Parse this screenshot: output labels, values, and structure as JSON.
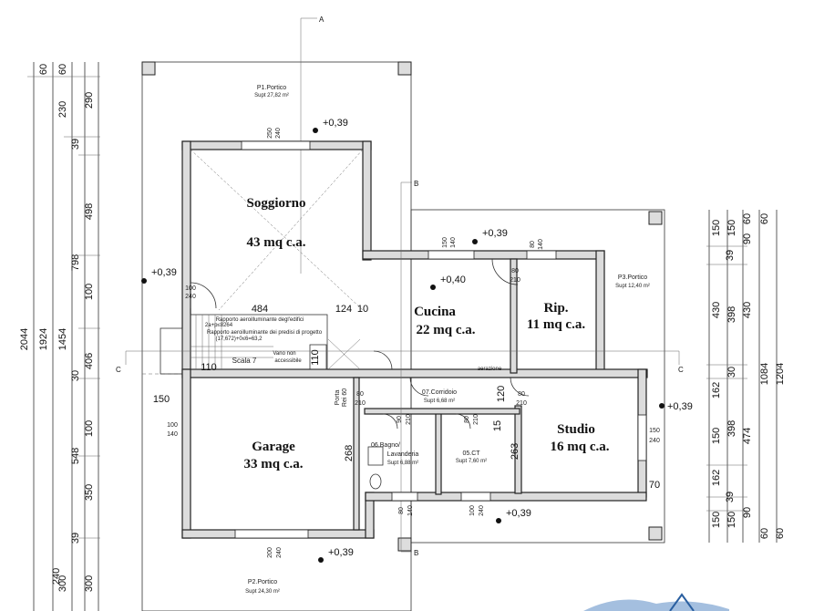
{
  "rooms": {
    "soggiorno": {
      "name": "Soggiorno",
      "area": "43 mq c.a."
    },
    "cucina": {
      "name": "Cucina",
      "area": "22 mq c.a."
    },
    "rip": {
      "name": "Rip.",
      "area": "11 mq c.a."
    },
    "garage": {
      "name": "Garage",
      "area": "33 mq c.a."
    },
    "studio": {
      "name": "Studio",
      "area": "16 mq c.a."
    }
  },
  "porches": {
    "p1": {
      "name": "P1.Portico",
      "area": "Supt 27,82 m²"
    },
    "p2": {
      "name": "P2.Portico",
      "area": "Supt 24,30 m²"
    },
    "p3": {
      "name": "P3.Portico",
      "area": "Supt 12,40 m²"
    }
  },
  "small_rooms": {
    "corridoio": {
      "name": "07.Corridoio",
      "area": "Supt 6,68 m²"
    },
    "bagno": {
      "name": "06.Bagno/",
      "name2": "Lavanderia",
      "area": "Supt 6,88 m²"
    },
    "ct": {
      "name": "05.CT",
      "area": "Supt 7,60 m²"
    }
  },
  "levels": {
    "l1": "+0,39",
    "l2": "+0,39",
    "l3": "+0,39",
    "l4": "+0,40",
    "l5": "+0,39",
    "l6": "+0,39",
    "l7": "+0,39"
  },
  "sections": {
    "a": "A",
    "b_top": "B",
    "b_bottom": "B",
    "c_left": "C",
    "c_right": "C"
  },
  "dims": {
    "d484": "484",
    "d124": "124",
    "d10": "10",
    "d110a": "110",
    "d110b": "110",
    "d150": "150",
    "d268": "268",
    "d263": "263",
    "d120": "120",
    "d15": "15",
    "d70": "70",
    "d100_140": "100",
    "d140": "140",
    "d100_240": "100",
    "d240": "240",
    "d150_240": "150",
    "d240b": "240",
    "d250": "250",
    "d240c": "240",
    "d150k": "150",
    "d140k": "140",
    "d80": "80",
    "d140r": "140",
    "d80b": "80",
    "d210": "210",
    "d80c": "80",
    "d210b": "210",
    "d80d": "80",
    "d210c": "210",
    "d90": "90",
    "d210d": "210",
    "d80e": "80",
    "d210e": "210",
    "d80f": "80",
    "d140f": "140",
    "d100g": "100",
    "d240g": "240",
    "d200": "200",
    "d240h": "240",
    "porta": "Porta",
    "rei": "Rei 60"
  },
  "left_dims": {
    "col1": [
      "2044"
    ],
    "col2": [
      "60",
      "1924"
    ],
    "col3": [
      "60",
      "230",
      "1454",
      "300"
    ],
    "col4": [
      "290",
      "39",
      "798",
      "100",
      "406",
      "30",
      "100",
      "548",
      "350",
      "39",
      "240"
    ],
    "col5": [
      "498",
      "300"
    ]
  },
  "right_dims": {
    "col1": [
      "150",
      "39",
      "430",
      "398",
      "162",
      "150",
      "162",
      "39",
      "150"
    ],
    "col2": [
      "150",
      "90",
      "430",
      "398",
      "30",
      "474",
      "90",
      "150"
    ],
    "col3": [
      "60",
      "1084",
      "60"
    ],
    "col4": [
      "60",
      "1204",
      "60"
    ]
  },
  "notes": {
    "n1": "Rapporto aeroilluminante degl'edifici",
    "n2": "2a+p≤8264",
    "n3": "Rapporto aeroilluminante dei predisi di progetto",
    "n4": "(17,672)+0≤6=63,2",
    "vano": "Vano non",
    "accessibile": "accessibile",
    "scala": "Scala 7",
    "aerazione": "aerazione"
  }
}
